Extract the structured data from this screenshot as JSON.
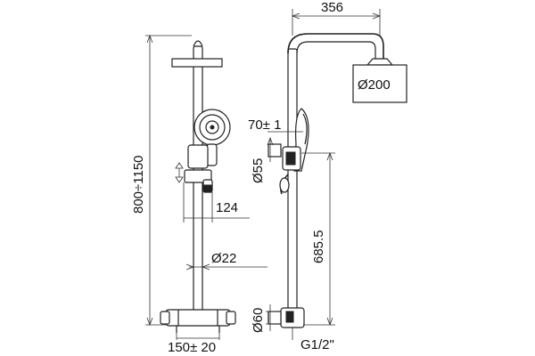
{
  "dimensions": {
    "arm_reach": "356",
    "head_diameter": "Ø200",
    "hand_shower_offset": "70± 1",
    "slider_diameter": "Ø55",
    "height_range": "800÷1150",
    "slider_offset": "124",
    "riser_diameter": "Ø22",
    "riser_height": "685.5",
    "bracket_diameter": "Ø60",
    "inlet_spacing": "150± 20",
    "inlet_thread": "G1/2\""
  },
  "colors": {
    "line": "#222222",
    "text": "#111111",
    "background": "#ffffff"
  }
}
